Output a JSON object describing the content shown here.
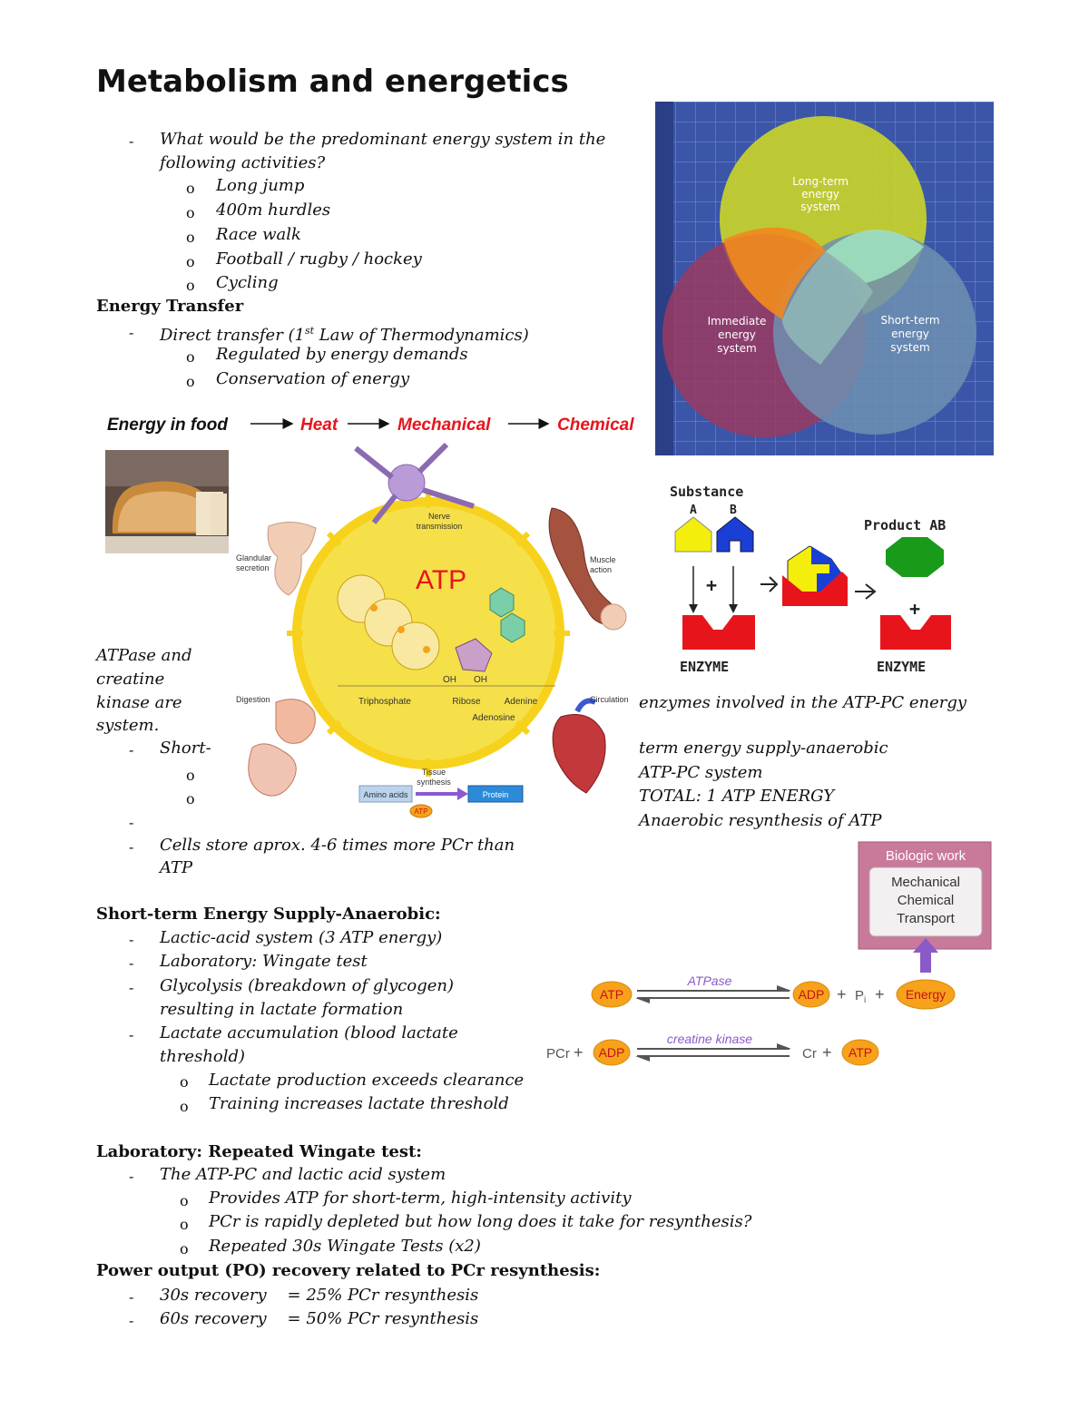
{
  "title": "Metabolism and energetics",
  "intro": {
    "question": "What would be the predominant energy system in the",
    "question2": "following activities?",
    "activities": [
      "Long jump",
      "400m hurdles",
      "Race walk",
      "Football / rugby / hockey",
      "Cycling"
    ]
  },
  "energy_transfer": {
    "heading": "Energy Transfer",
    "direct_pre": "Direct transfer (1",
    "direct_sup": "st",
    "direct_post": " Law of Thermodynamics)",
    "subs": [
      "Regulated by energy demands",
      "Conservation of energy"
    ]
  },
  "flow": {
    "a": "Energy in food",
    "b": "Heat",
    "c": "Mechanical",
    "d": "Chemical"
  },
  "venn": {
    "long": [
      "Long-term",
      "energy",
      "system"
    ],
    "immediate": [
      "Immediate",
      "energy",
      "system"
    ],
    "short": [
      "Short-term",
      "energy",
      "system"
    ]
  },
  "atp_diagram": {
    "atp": "ATP",
    "nerve": [
      "Nerve",
      "transmission"
    ],
    "glandular": [
      "Glandular",
      "secretion"
    ],
    "muscle": [
      "Muscle",
      "action"
    ],
    "digestion": "Digestion",
    "circulation": "Circulation",
    "tissue": [
      "Tissue",
      "synthesis"
    ],
    "amino": "Amino acids",
    "protein": "Protein",
    "atp_small": "ATP",
    "triphosphate": "Triphosphate",
    "ribose": "Ribose",
    "adenine": "Adenine",
    "adenosine": "Adenosine",
    "oh1": "OH",
    "oh2": "OH"
  },
  "enzyme_diagram": {
    "substance": "Substance",
    "a": "A",
    "b": "B",
    "product": "Product AB",
    "plus1": "+",
    "plus2": "+",
    "enzyme1": "ENZYME",
    "enzyme2": "ENZYME"
  },
  "middle": {
    "left_lines": [
      "ATPase and",
      "creatine",
      "kinase are",
      "system."
    ],
    "short_prefix": "Short-",
    "right_lines": [
      "enzymes involved in the ATP-PC energy",
      "term energy supply-anaerobic",
      "ATP-PC system",
      "TOTAL:  1 ATP ENERGY",
      "Anaerobic resynthesis of ATP"
    ],
    "cells": [
      "Cells store aprox. 4-6 times more PCr than",
      "ATP"
    ]
  },
  "reaction": {
    "biologic_work": "Biologic work",
    "work_items": [
      "Mechanical",
      "Chemical",
      "Transport"
    ],
    "atp": "ATP",
    "atpase": "ATPase",
    "adp": "ADP",
    "pi": "P",
    "pi_sub": "i",
    "energy": "Energy",
    "pcr": "PCr",
    "adp2": "ADP",
    "ck": "creatine kinase",
    "cr": "Cr",
    "atp2": "ATP"
  },
  "short_term": {
    "heading": "Short-term Energy Supply-Anaerobic:",
    "items": [
      "Lactic-acid system (3 ATP energy)",
      "Laboratory: Wingate test",
      "Glycolysis (breakdown of glycogen)",
      "resulting in lactate formation",
      "Lactate accumulation (blood lactate",
      "threshold)"
    ],
    "subs": [
      "Lactate production exceeds clearance",
      "Training increases lactate threshold"
    ]
  },
  "lab": {
    "heading": "Laboratory: Repeated Wingate test:",
    "item": "The ATP-PC and lactic acid system",
    "subs": [
      "Provides ATP for short-term, high-intensity activity",
      "PCr is rapidly depleted but how long does it take for resynthesis?",
      "Repeated 30s Wingate Tests (x2)"
    ]
  },
  "power": {
    "heading": "Power output (PO) recovery related to PCr resynthesis:",
    "items": [
      "30s recovery    = 25% PCr resynthesis",
      "60s recovery    = 50% PCr resynthesis"
    ]
  },
  "colors": {
    "red": "#e8141c",
    "gold": "#f7d21d",
    "orange": "#f6a21a",
    "blue": "#1a3fd6",
    "green": "#1a9a1a"
  }
}
